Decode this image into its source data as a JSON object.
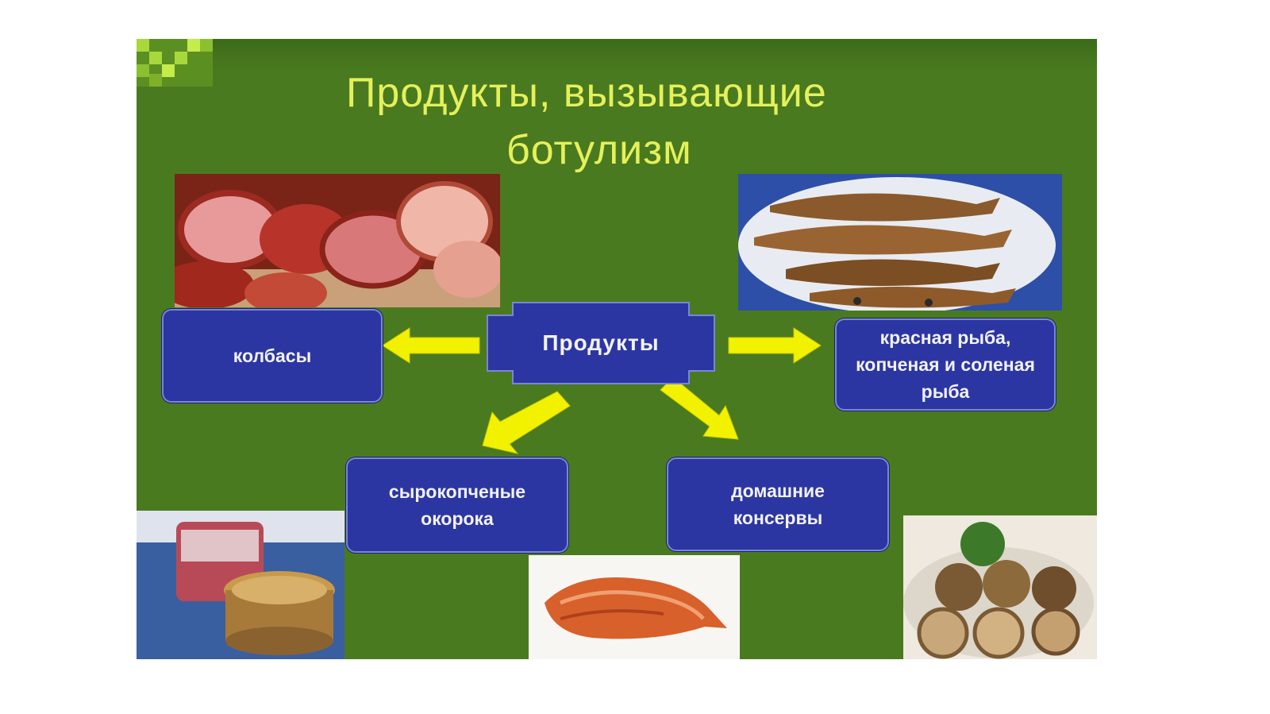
{
  "slide": {
    "title_line1": "Продукты, вызывающие",
    "title_line2": "ботулизм",
    "colors": {
      "background": "#4a7a1f",
      "title": "#e5f05a",
      "box_fill": "#2c36a2",
      "box_border": "#7a86d6",
      "arrow": "#f2f200"
    }
  },
  "diagram": {
    "center": "Продукты",
    "nodes": {
      "kolbasy": "колбасы",
      "fish": "красная рыба, копченая и соленая рыба",
      "raw_smoked": "сырокопченые окорока",
      "home_canned": "домашние консервы"
    }
  },
  "photos": {
    "sausages": "sausages-photo",
    "fish": "fried-fish-photo",
    "canned": "canned-goods-photo",
    "smoked": "smoked-fish-photo",
    "homemade": "homemade-preserves-photo"
  }
}
